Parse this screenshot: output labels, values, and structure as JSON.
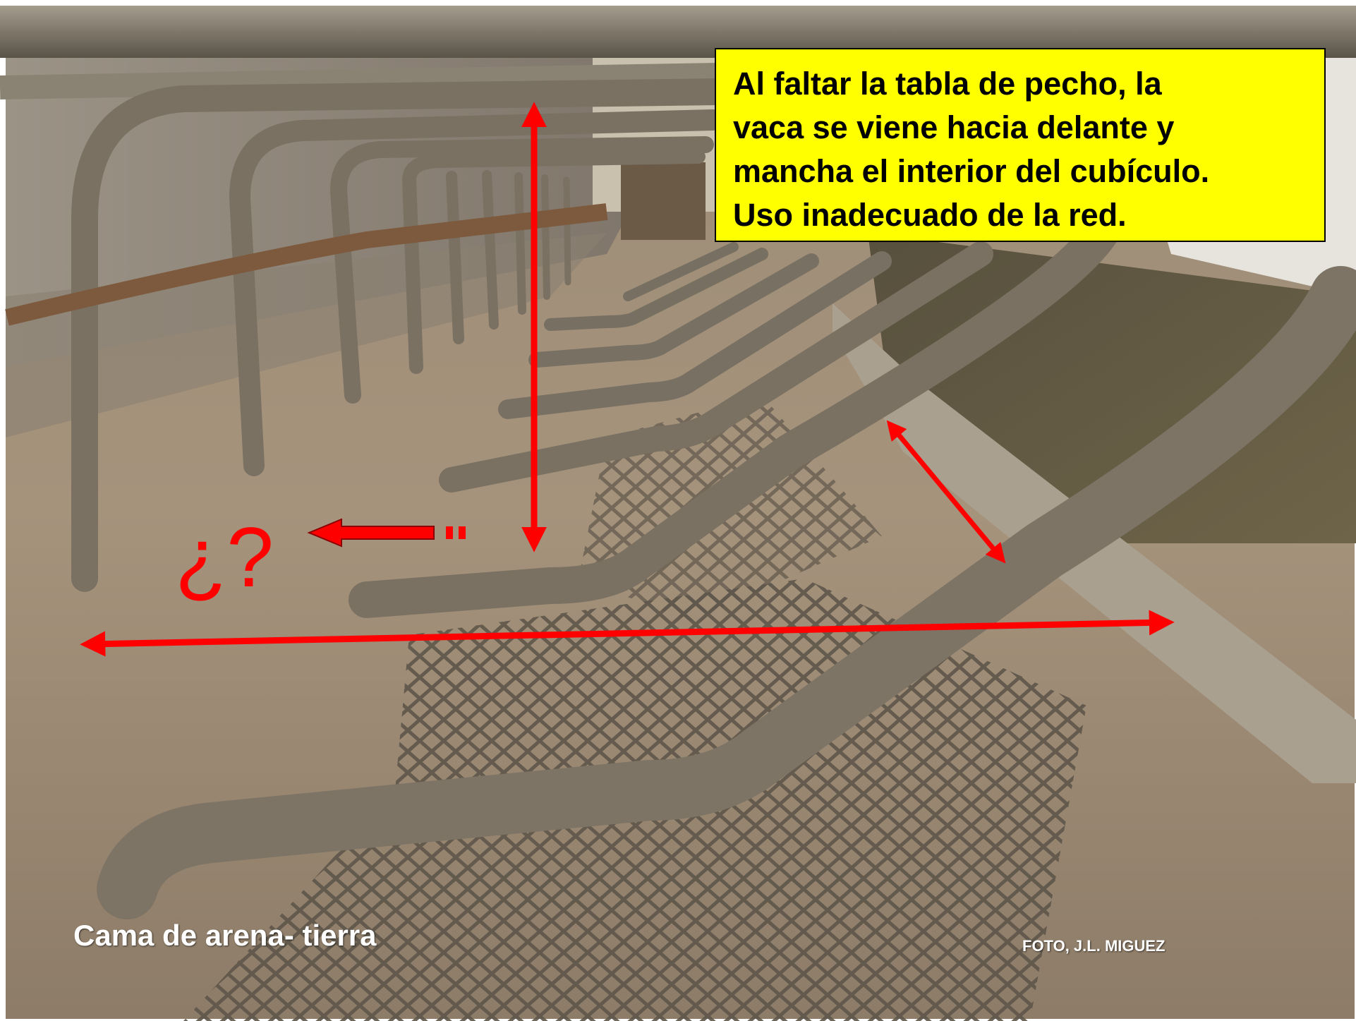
{
  "callout": {
    "lines": [
      "Al faltar la tabla de pecho, la",
      "vaca se viene hacia delante y",
      "mancha el interior del cubículo.",
      "Uso inadecuado de la red."
    ]
  },
  "caption": "Cama de arena- tierra",
  "credit": "FOTO, J.L. MIGUEZ",
  "question_mark": "¿?",
  "colors": {
    "callout_background": "#ffff00",
    "annotation_red": "#ff0000",
    "caption_text": "#ffffff"
  }
}
